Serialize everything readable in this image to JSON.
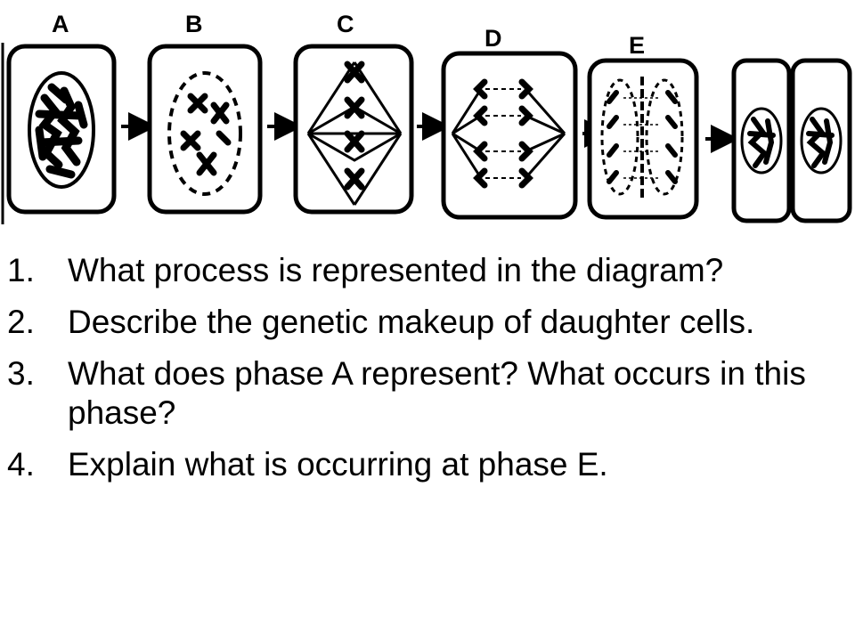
{
  "diagram": {
    "phases": [
      {
        "id": "A",
        "label": "A"
      },
      {
        "id": "B",
        "label": "B"
      },
      {
        "id": "C",
        "label": "C"
      },
      {
        "id": "D",
        "label": "D"
      },
      {
        "id": "E",
        "label": "E"
      }
    ],
    "icons": [
      "right-arrow-icon"
    ]
  },
  "questions": [
    {
      "number": "1.",
      "text": "What process is represented in the diagram?"
    },
    {
      "number": "2.",
      "text": "Describe the genetic makeup of daughter cells."
    },
    {
      "number": "3.",
      "text": "What does phase A represent? What occurs in this phase?"
    },
    {
      "number": "4.",
      "text": "Explain what is occurring at phase E."
    }
  ]
}
